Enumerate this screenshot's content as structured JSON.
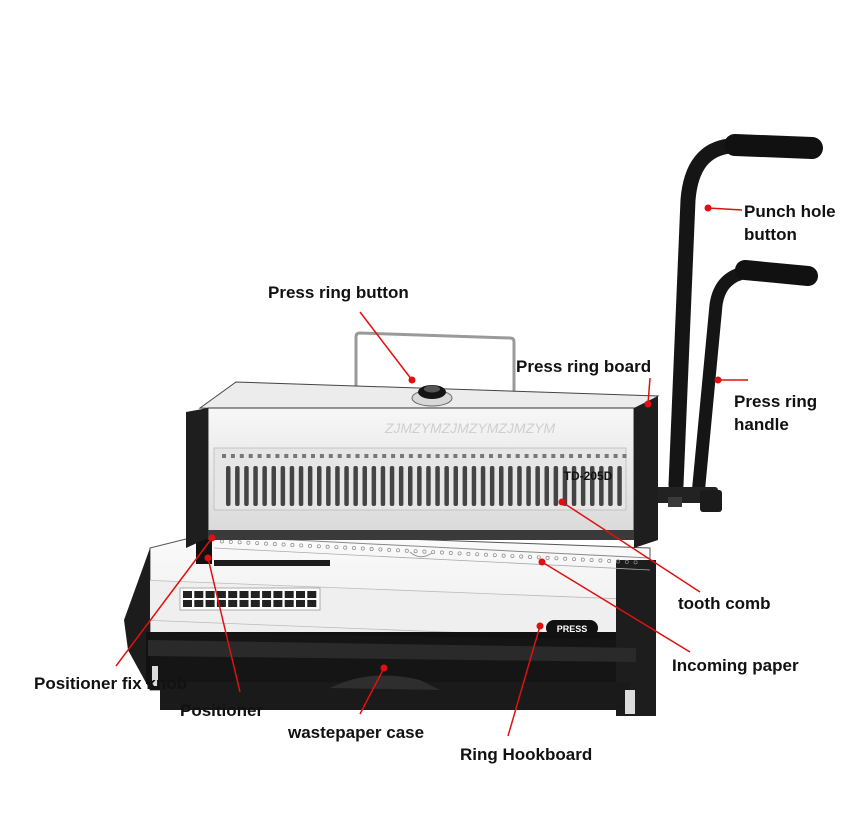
{
  "machine": {
    "model_label": "TD-205D",
    "press_label": "PRESS",
    "watermark": "ZJMZYMZJMZYMZJMZYM"
  },
  "labels": {
    "punch_hole_button": "Punch hole button",
    "press_ring_button": "Press ring  button",
    "press_ring_board": "Press ring  board",
    "press_ring_handle": "Press ring handle",
    "tooth_comb": "tooth comb",
    "incoming_paper": "Incoming paper",
    "positioner_fix_knob": "Positioner fix knob",
    "positioner": "Positioner",
    "wastepaper_case": "wastepaper case",
    "ring_hookboard": "Ring Hookboard"
  },
  "colors": {
    "leader": "#e01010",
    "body": "#f2f2f2",
    "dark": "#1a1a1a",
    "label": "#111111"
  }
}
